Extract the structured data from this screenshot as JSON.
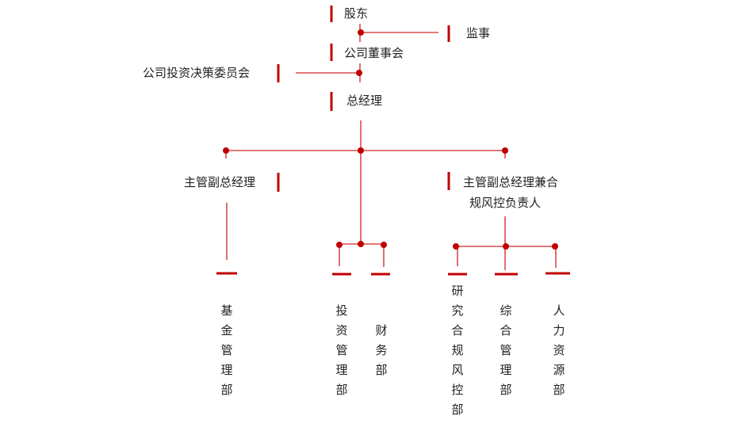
{
  "colors": {
    "accent": "#c00000",
    "line": "#d94b4b",
    "text": "#222222"
  },
  "nodes": {
    "shareholders": "股东",
    "supervisor": "监事",
    "board": "公司董事会",
    "investment_committee": "公司投资决策委员会",
    "general_manager": "总经理",
    "deputy_gm": "主管副总经理",
    "deputy_gm_risk_line1": "主管副总经理兼合",
    "deputy_gm_risk_line2": "规风控负责人"
  },
  "departments": [
    "基金管理部",
    "投资管理部",
    "财务部",
    "研究合规风控部",
    "综合管理部",
    "人力资源部"
  ]
}
